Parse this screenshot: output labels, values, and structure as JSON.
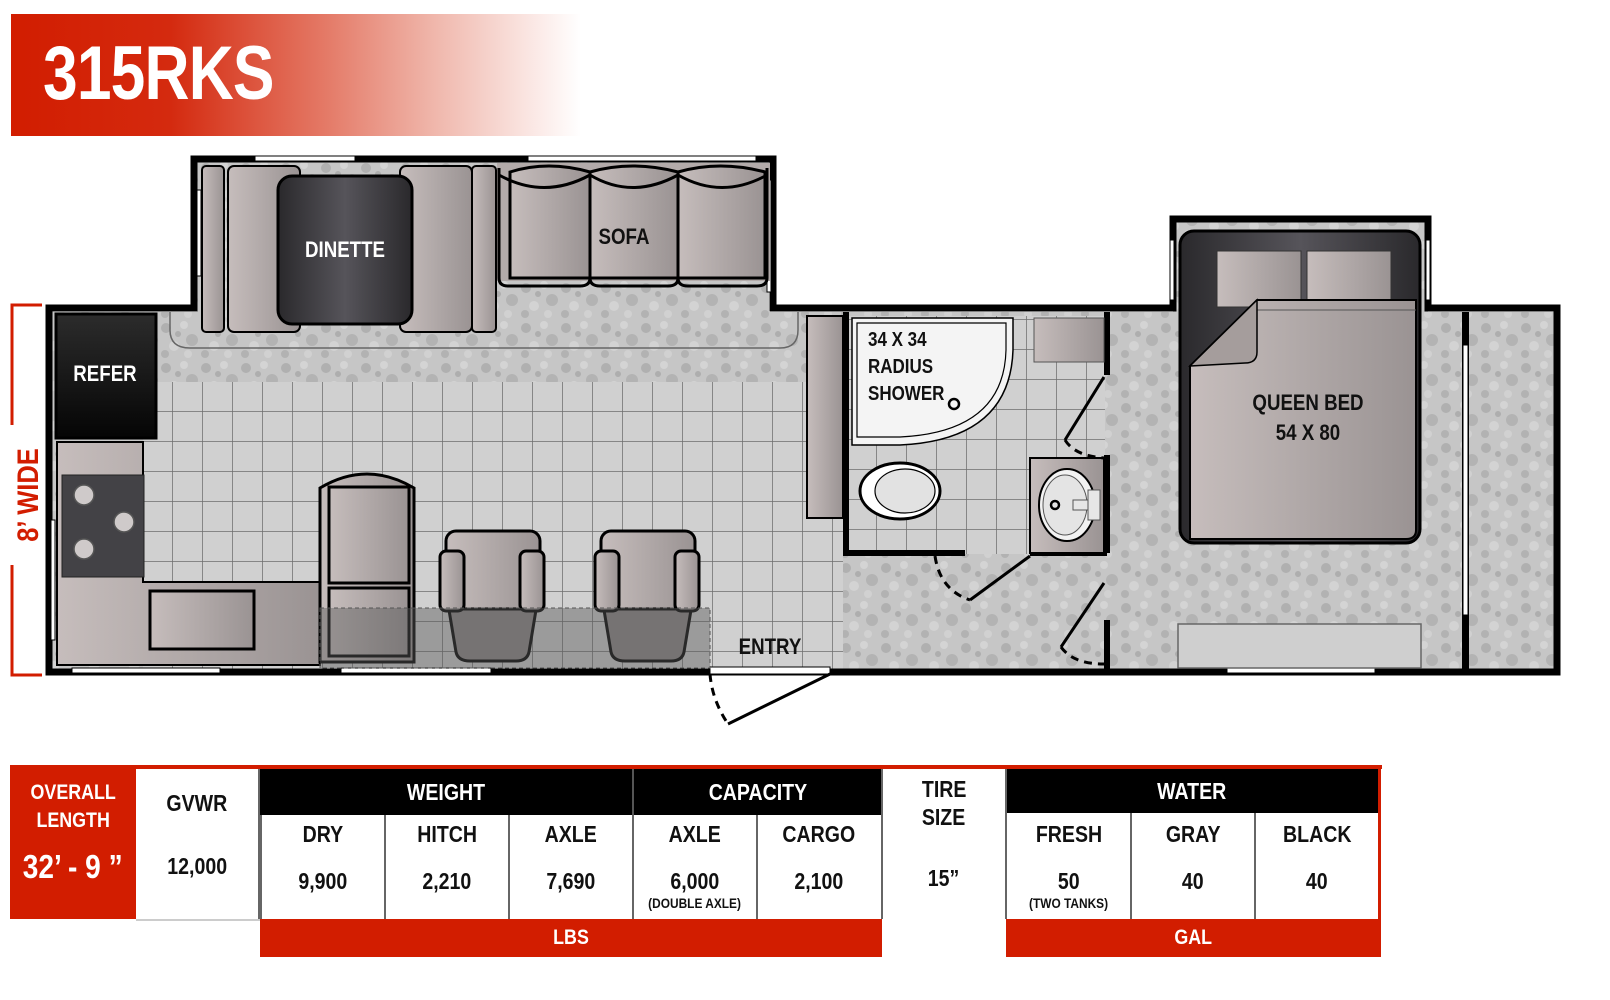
{
  "model": {
    "name": "315RKS",
    "banner_color": "#d21d00"
  },
  "floorplan": {
    "width_label": "8’ WIDE",
    "rooms": {
      "refer": "REFER",
      "dinette": "DINETTE",
      "sofa": "SOFA",
      "shower_line1": "34 X 34",
      "shower_line2": "RADIUS",
      "shower_line3": "SHOWER",
      "bed_line1": "QUEEN BED",
      "bed_line2": "54 X 80",
      "entry": "ENTRY"
    },
    "icons": [
      "stove-burner-icon",
      "toilet-icon",
      "sink-icon",
      "shower-drain-icon",
      "armchair-icon",
      "door-swing-icon"
    ]
  },
  "specs": {
    "overall_length": {
      "label_line1": "OVERALL",
      "label_line2": "LENGTH",
      "value": "32’ - 9 ”"
    },
    "gvwr": {
      "label": "GVWR",
      "value": "12,000"
    },
    "weight": {
      "header": "WEIGHT",
      "columns": [
        {
          "label": "DRY",
          "value": "9,900"
        },
        {
          "label": "HITCH",
          "value": "2,210"
        },
        {
          "label": "AXLE",
          "value": "7,690"
        }
      ]
    },
    "capacity": {
      "header": "CAPACITY",
      "columns": [
        {
          "label": "AXLE",
          "value": "6,000",
          "note": "(DOUBLE AXLE)"
        },
        {
          "label": "CARGO",
          "value": "2,100"
        }
      ]
    },
    "tire": {
      "label_line1": "TIRE",
      "label_line2": "SIZE",
      "value": "15”"
    },
    "water": {
      "header": "WATER",
      "columns": [
        {
          "label": "FRESH",
          "value": "50",
          "note": "(TWO TANKS)"
        },
        {
          "label": "GRAY",
          "value": "40"
        },
        {
          "label": "BLACK",
          "value": "40"
        }
      ]
    },
    "units": {
      "weight": "LBS",
      "water": "GAL"
    },
    "colors": {
      "red": "#d21d00",
      "black": "#000000",
      "divider": "#666666"
    }
  }
}
